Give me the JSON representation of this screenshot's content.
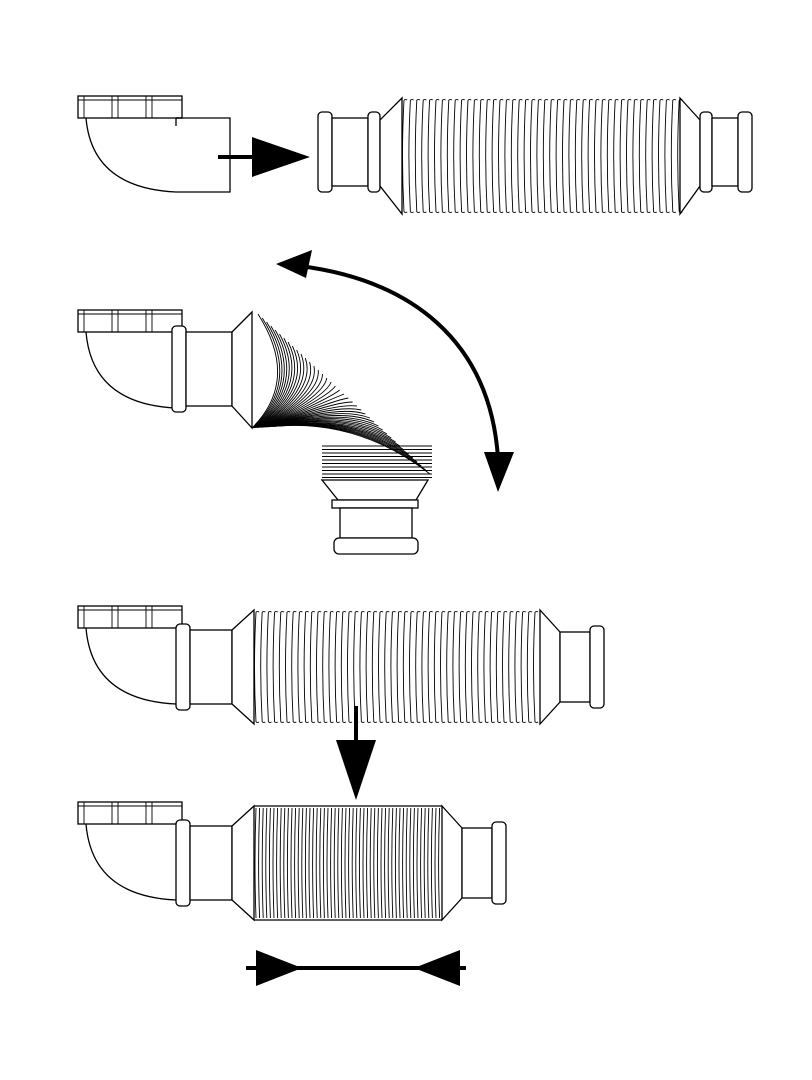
{
  "figure": {
    "description_steps": [
      "trap-and-straight-hose",
      "trap-with-bent-hose",
      "trap-with-extended-hose",
      "trap-with-compressed-hose"
    ],
    "colors": {
      "line": "#000000",
      "background": "#ffffff"
    },
    "icons": [
      "arrow-right-icon",
      "curved-double-arrow-icon",
      "arrow-down-icon",
      "compress-arrows-icon"
    ]
  }
}
